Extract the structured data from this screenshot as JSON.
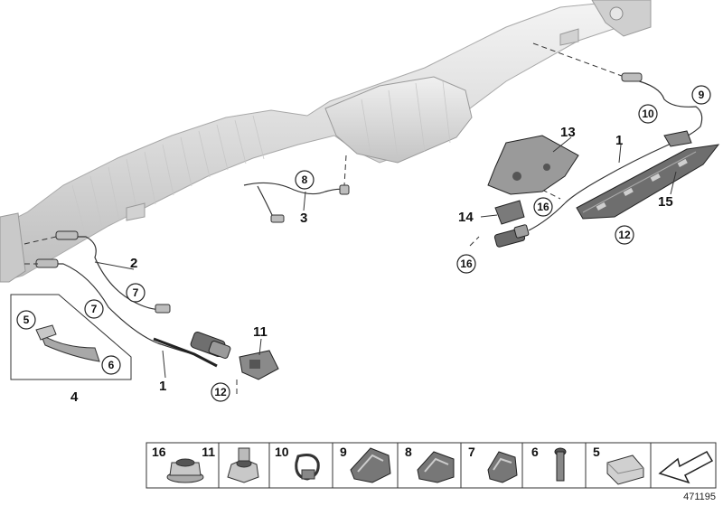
{
  "callouts_plain": [
    {
      "id": "c1a",
      "text": "1"
    },
    {
      "id": "c1b",
      "text": "1"
    },
    {
      "id": "c2",
      "text": "2"
    },
    {
      "id": "c3",
      "text": "3"
    },
    {
      "id": "c4",
      "text": "4"
    },
    {
      "id": "c11",
      "text": "11"
    },
    {
      "id": "c13",
      "text": "13"
    },
    {
      "id": "c14",
      "text": "14"
    },
    {
      "id": "c15",
      "text": "15"
    }
  ],
  "callouts_circled": [
    {
      "id": "k5",
      "text": "5"
    },
    {
      "id": "k6",
      "text": "6"
    },
    {
      "id": "k7a",
      "text": "7"
    },
    {
      "id": "k7b",
      "text": "7"
    },
    {
      "id": "k8",
      "text": "8"
    },
    {
      "id": "k9",
      "text": "9"
    },
    {
      "id": "k10",
      "text": "10"
    },
    {
      "id": "k12a",
      "text": "12"
    },
    {
      "id": "k12b",
      "text": "12"
    },
    {
      "id": "k16a",
      "text": "16"
    },
    {
      "id": "k16b",
      "text": "16"
    }
  ],
  "parts_strip": [
    {
      "number": "16",
      "icon": "flange-nut-icon"
    },
    {
      "number": "11",
      "icon": "hex-nut-icon"
    },
    {
      "number": "10",
      "icon": "cable-tie-icon"
    },
    {
      "number": "9",
      "icon": "double-clip-icon"
    },
    {
      "number": "8",
      "icon": "wide-clip-icon"
    },
    {
      "number": "7",
      "icon": "clip-icon"
    },
    {
      "number": "6",
      "icon": "pin-icon"
    },
    {
      "number": "5",
      "icon": "sleeve-icon"
    }
  ],
  "reference_number": "471195"
}
